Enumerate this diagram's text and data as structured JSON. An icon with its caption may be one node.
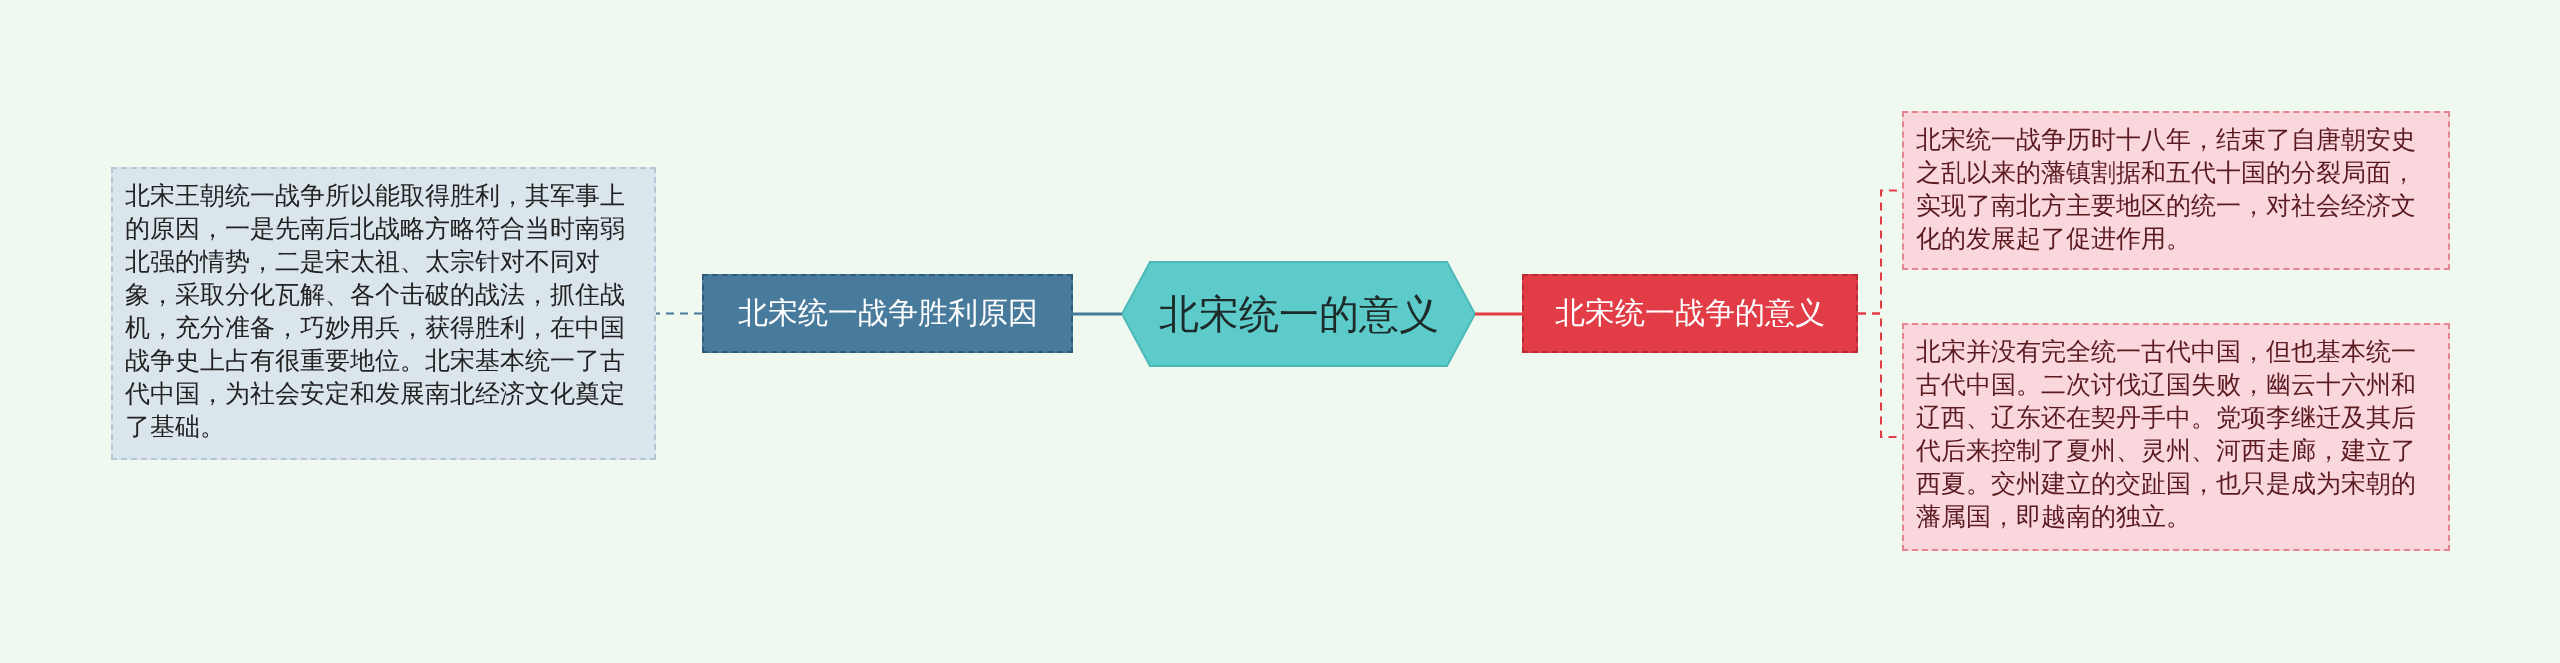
{
  "diagram": {
    "nodes": [
      {
        "text": [
          "北宋统一的意义"
        ]
      },
      {
        "text": [
          "北宋统一战争胜利原因"
        ]
      },
      {
        "text": [
          "北宋王朝统一战争所以能取得胜利，其军事上的原因，一是先南后北战略方略符合当时南弱北强的情势，二是宋太祖、太宗针对不同对象，采取分化瓦解、各个击破的战法，抓住战机，充分准备，巧妙用兵，获得胜利，在中国战争史上占有很重要地位。北宋基本统一了古代中国，为社会安定和发展南北经济文化奠定了基础。"
        ]
      },
      {
        "text": [
          "北宋统一战争的意义"
        ]
      },
      {
        "text": [
          "北宋统一战争历时十八年，结束了自唐朝安史之乱以来的藩镇割据和五代十国的分裂局面，实现了南北方主要地区的统一，对社会经济文化的发展起了促进作用。"
        ]
      },
      {
        "text": [
          "北宋并没有完全统一古代中国，但也基本统一古代中国。二次讨伐辽国失败，幽云十六州和辽西、辽东还在契丹手中。党项李继迁及其后代后来控制了夏州、灵州、河西走廊，建立了西夏。交州建立的交趾国，也只是成为宋朝的藩属国，即越南的独立。"
        ]
      }
    ],
    "edges": [
      {
        "from": 0,
        "to": 1,
        "arrow": "none",
        "color": "#477a9b"
      },
      {
        "from": 1,
        "to": 2,
        "arrow": "none",
        "style": "dashed",
        "color": "#477a9b"
      },
      {
        "from": 0,
        "to": 3,
        "arrow": "none"
      },
      {
        "from": 3,
        "to": 4,
        "arrow": "none",
        "style": "dashed"
      },
      {
        "from": 3,
        "to": 5,
        "arrow": "none",
        "style": "dashed"
      }
    ]
  }
}
